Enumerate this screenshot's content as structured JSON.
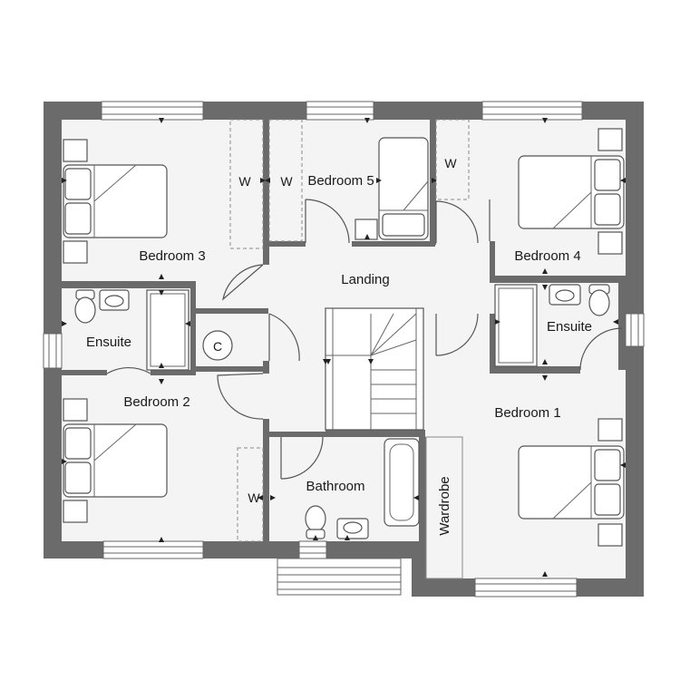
{
  "rooms": {
    "bedroom_3": "Bedroom 3",
    "bedroom_5": "Bedroom 5",
    "bedroom_4": "Bedroom 4",
    "bedroom_2": "Bedroom 2",
    "bedroom_1": "Bedroom 1",
    "landing": "Landing",
    "ensuite_left": "Ensuite",
    "ensuite_right": "Ensuite",
    "bathroom": "Bathroom",
    "wardrobe": "Wardrobe"
  },
  "marks": {
    "wardrobe_w": "W",
    "cupboard_c": "C"
  },
  "colors": {
    "wall": "#6b6b6b",
    "floor": "#f4f4f4",
    "fixture_stroke": "#555555"
  }
}
